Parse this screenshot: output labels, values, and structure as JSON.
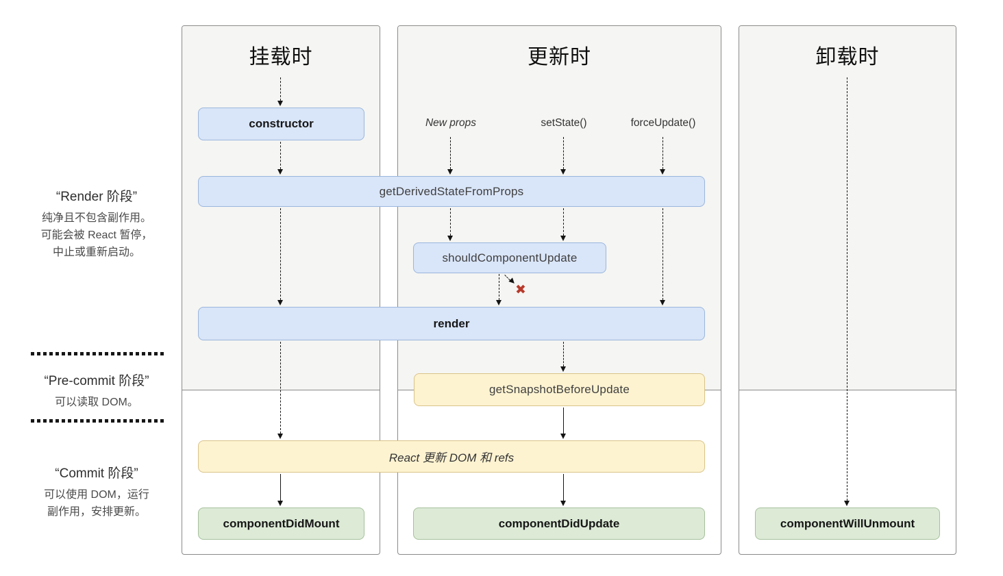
{
  "columns": [
    {
      "title": "挂载时"
    },
    {
      "title": "更新时"
    },
    {
      "title": "卸载时"
    }
  ],
  "triggers": {
    "new_props": "New props",
    "set_state": "setState()",
    "force_update": "forceUpdate()"
  },
  "boxes": {
    "constructor": "constructor",
    "get_derived_state_from_props": "getDerivedStateFromProps",
    "should_component_update": "shouldComponentUpdate",
    "render": "render",
    "get_snapshot_before_update": "getSnapshotBeforeUpdate",
    "react_updates_dom": "React 更新 DOM 和 refs",
    "component_did_mount": "componentDidMount",
    "component_did_update": "componentDidUpdate",
    "component_will_unmount": "componentWillUnmount"
  },
  "phases": [
    {
      "name": "“Render 阶段”",
      "lines": [
        "纯净且不包含副作用。",
        "可能会被 React 暂停，",
        "中止或重新启动。"
      ]
    },
    {
      "name": "“Pre-commit 阶段”",
      "lines": [
        "可以读取 DOM。"
      ]
    },
    {
      "name": "“Commit 阶段”",
      "lines": [
        "可以使用 DOM，运行",
        "副作用，安排更新。"
      ]
    }
  ],
  "icons": {
    "abort_x": "✖"
  },
  "colors": {
    "render_box_fill": "#d9e5f8",
    "render_box_border": "#9ab6dd",
    "precommit_box_fill": "#fdf3d1",
    "precommit_box_border": "#d9c387",
    "commit_box_fill": "#dcead6",
    "commit_box_border": "#a6c09b",
    "panel_bg": "#f5f5f3",
    "panel_border": "#8a8a8a",
    "arrow": "#141414",
    "abort_x": "#b73a2b"
  }
}
